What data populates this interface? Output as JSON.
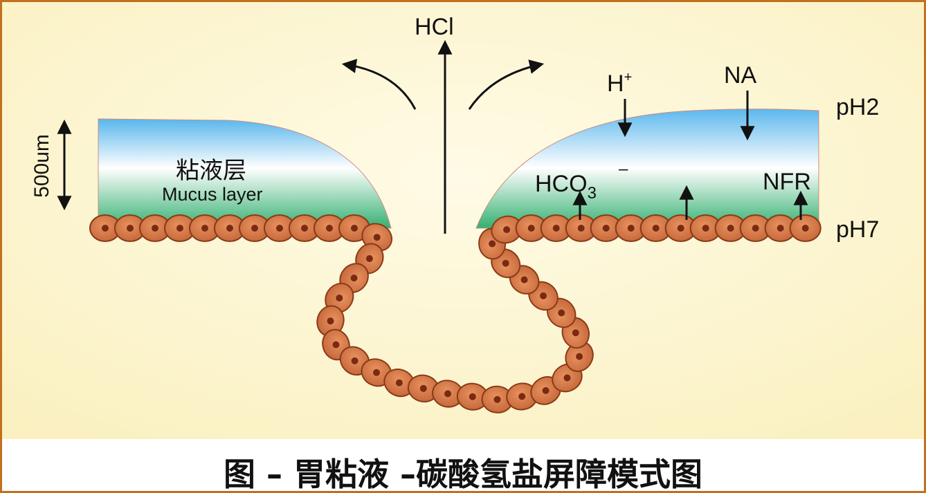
{
  "caption": "图 – 胃粘液 –碳酸氢盐屏障模式图",
  "labels": {
    "hcl": "HCl",
    "h_plus": "H",
    "h_plus_sup": "+",
    "na": "NA",
    "ph2": "pH2",
    "ph7": "pH7",
    "hco3": "HCO",
    "hco3_sub": "3",
    "hco3_sup": "–",
    "nfr": "NFR",
    "mucus_cn": "粘液层",
    "mucus_en": "Mucus layer",
    "thickness": "500um"
  },
  "colors": {
    "background": "#faf0c0",
    "frame": "#c0701e",
    "mucus_top": "#58b6ec",
    "mucus_mid": "#ffffff",
    "mucus_bottom": "#33b070",
    "cell_fill": "#c4663a",
    "cell_edge": "#8a3a16",
    "nucleus": "#7a2a12"
  }
}
